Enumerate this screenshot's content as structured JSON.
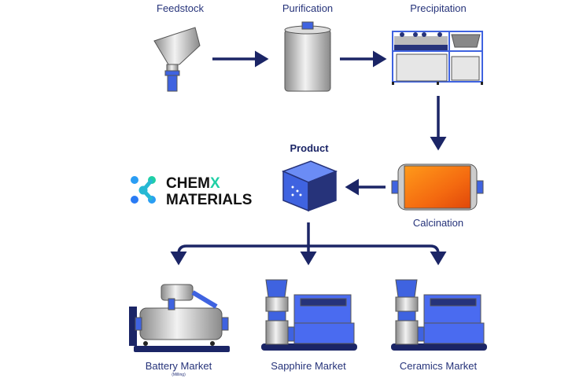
{
  "stages": {
    "feedstock": "Feedstock",
    "purification": "Purification",
    "precipitation": "Precipitation",
    "product": "Product",
    "calcination": "Calcination"
  },
  "markets": {
    "battery": "Battery Market",
    "battery_sub": "(Milling)",
    "sapphire": "Sapphire Market",
    "ceramics": "Ceramics Market"
  },
  "logo": {
    "line1_a": "CHEM",
    "line1_b": "X",
    "line2": "MATERIALS"
  },
  "colors": {
    "arrow": "#1b2566",
    "accent": "#3f63e0",
    "logo_teal": "#1fcfa5"
  }
}
